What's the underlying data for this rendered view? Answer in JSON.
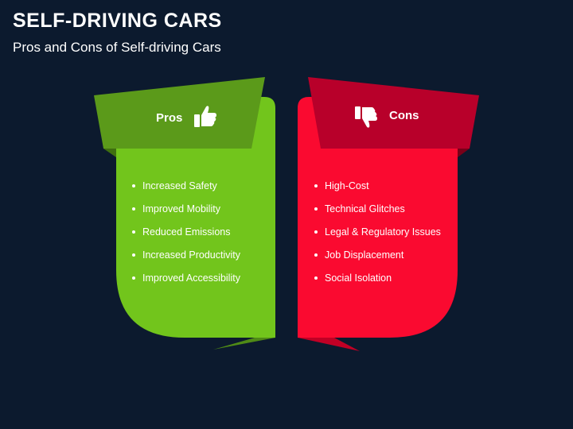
{
  "slide": {
    "title": "SELF-DRIVING CARS",
    "subtitle": "Pros and Cons of Self-driving Cars"
  },
  "pros": {
    "heading": "Pros",
    "icon": "thumbs-up-icon",
    "color": "#72c51c",
    "banner_color": "#5b9a1a",
    "items": [
      "Increased Safety",
      "Improved Mobility",
      "Reduced Emissions",
      "Increased Productivity",
      "Improved Accessibility"
    ]
  },
  "cons": {
    "heading": "Cons",
    "icon": "thumbs-down-icon",
    "color": "#fa0a30",
    "banner_color": "#b8002a",
    "items": [
      "High-Cost",
      "Technical Glitches",
      "Legal & Regulatory Issues",
      "Job Displacement",
      "Social Isolation"
    ]
  }
}
